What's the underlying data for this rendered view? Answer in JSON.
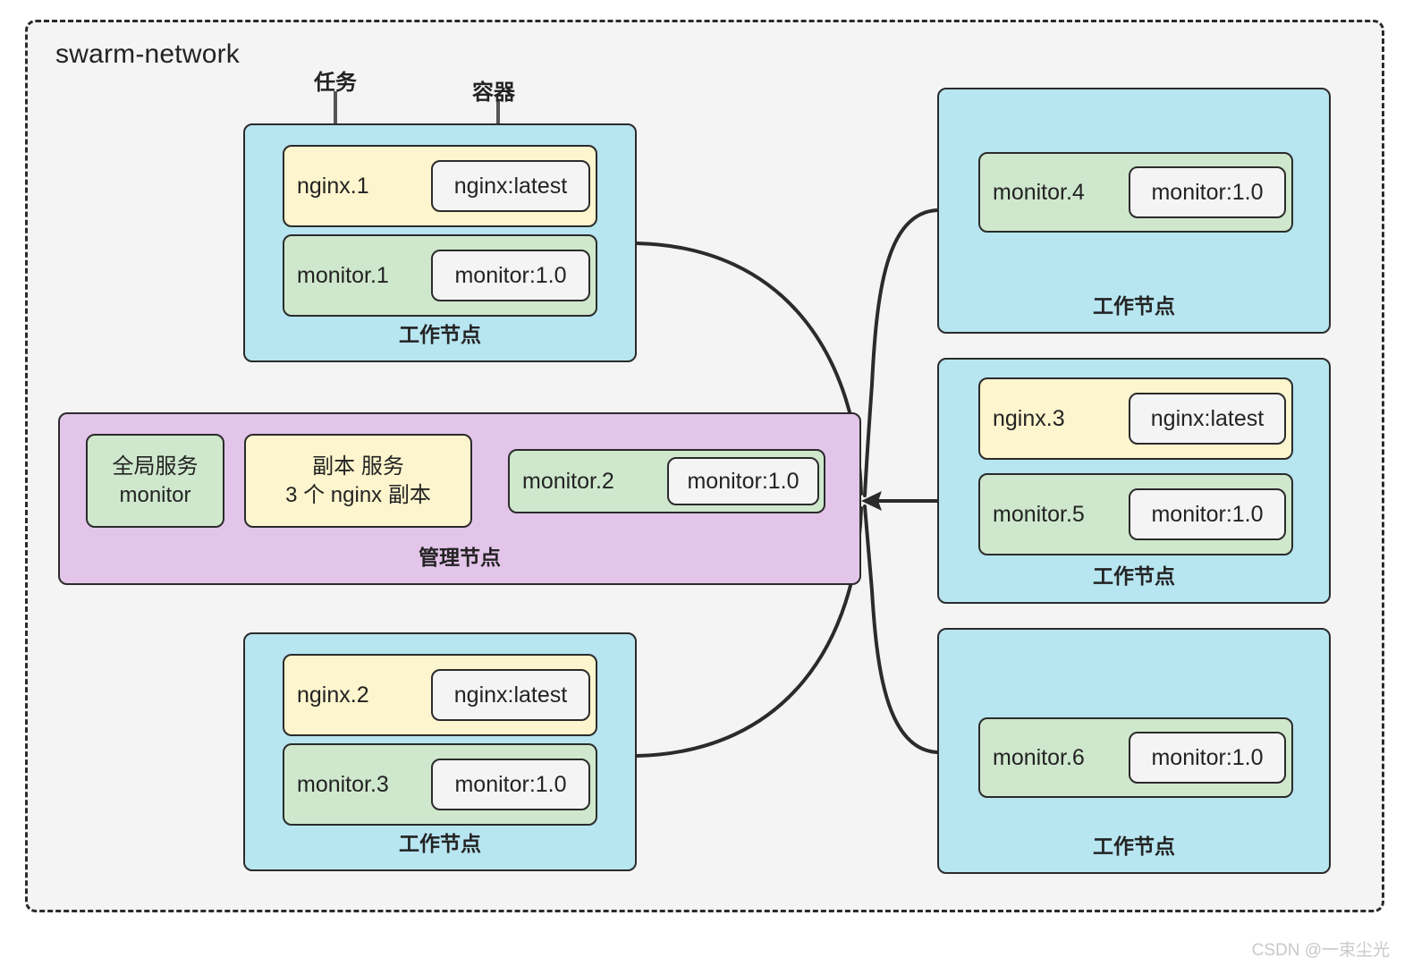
{
  "network": {
    "title": "swarm-network"
  },
  "callouts": {
    "task": "任务",
    "container": "容器"
  },
  "labels": {
    "worker": "工作节点",
    "manager": "管理节点"
  },
  "nodes": [
    {
      "id": "worker-1",
      "role": "worker",
      "label": "工作节点",
      "tasks": [
        {
          "kind": "nginx",
          "name": "nginx.1",
          "image": "nginx:latest"
        },
        {
          "kind": "monitor",
          "name": "monitor.1",
          "image": "monitor:1.0"
        }
      ]
    },
    {
      "id": "manager-1",
      "role": "manager",
      "label": "管理节点",
      "services": [
        {
          "kind": "global",
          "lines": [
            "全局服务",
            "monitor"
          ]
        },
        {
          "kind": "replicated",
          "lines": [
            "副本 服务",
            "3 个 nginx 副本"
          ]
        }
      ],
      "tasks": [
        {
          "kind": "monitor",
          "name": "monitor.2",
          "image": "monitor:1.0"
        }
      ]
    },
    {
      "id": "worker-2",
      "role": "worker",
      "label": "工作节点",
      "tasks": [
        {
          "kind": "nginx",
          "name": "nginx.2",
          "image": "nginx:latest"
        },
        {
          "kind": "monitor",
          "name": "monitor.3",
          "image": "monitor:1.0"
        }
      ]
    },
    {
      "id": "worker-3",
      "role": "worker",
      "label": "工作节点",
      "tasks": [
        {
          "kind": "monitor",
          "name": "monitor.4",
          "image": "monitor:1.0"
        }
      ]
    },
    {
      "id": "worker-4",
      "role": "worker",
      "label": "工作节点",
      "tasks": [
        {
          "kind": "nginx",
          "name": "nginx.3",
          "image": "nginx:latest"
        },
        {
          "kind": "monitor",
          "name": "monitor.5",
          "image": "monitor:1.0"
        }
      ]
    },
    {
      "id": "worker-5",
      "role": "worker",
      "label": "工作节点",
      "tasks": [
        {
          "kind": "monitor",
          "name": "monitor.6",
          "image": "monitor:1.0"
        }
      ]
    }
  ],
  "colors": {
    "network_fill": "#f4f4f4",
    "worker_fill": "#b7e5f0",
    "manager_fill": "#e3c5ea",
    "nginx_task_fill": "#fdf5cd",
    "monitor_task_fill": "#cfe8cd",
    "container_fill": "#f4f4f4",
    "stroke": "#2b2b2b",
    "watermark": "#c9c9c9"
  },
  "watermark": {
    "text": "CSDN @一束尘光"
  }
}
